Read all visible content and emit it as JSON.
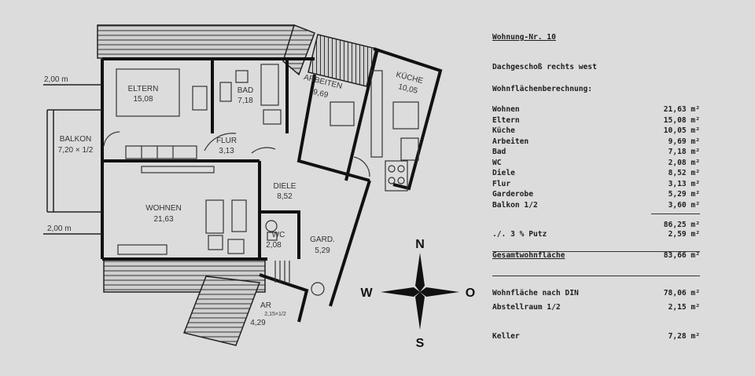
{
  "apartment": {
    "title": "Wohnung-Nr. 10",
    "floor": "Dachgeschoß rechts west",
    "calc_heading": "Wohnflächenberechnung:"
  },
  "rooms_table": [
    {
      "name": "Wohnen",
      "area": "21,63 m²"
    },
    {
      "name": "Eltern",
      "area": "15,08 m²"
    },
    {
      "name": "Küche",
      "area": "10,05 m²"
    },
    {
      "name": "Arbeiten",
      "area": "9,69 m²"
    },
    {
      "name": "Bad",
      "area": "7,18 m²"
    },
    {
      "name": "WC",
      "area": "2,08 m²"
    },
    {
      "name": "Diele",
      "area": "8,52 m²"
    },
    {
      "name": "Flur",
      "area": "3,13 m²"
    },
    {
      "name": "Garderobe",
      "area": "5,29 m²"
    },
    {
      "name": "Balkon 1/2",
      "area": "3,60 m²"
    }
  ],
  "totals": {
    "subtotal": "86,25 m²",
    "putz_label": "./. 3 % Putz",
    "putz_value": "2,59 m²",
    "gesamt_label": "Gesamtwohnfläche",
    "gesamt_value": "83,66 m²",
    "din_label": "Wohnfläche nach DIN",
    "din_value": "78,06 m²",
    "abstell_label": "Abstellraum 1/2",
    "abstell_value": "2,15 m²",
    "keller_label": "Keller",
    "keller_value": "7,28 m²"
  },
  "plan": {
    "eltern": {
      "name": "ELTERN",
      "area": "15,08"
    },
    "bad": {
      "name": "BAD",
      "area": "7,18"
    },
    "arbeiten": {
      "name": "ARBEITEN",
      "area": "9,69"
    },
    "kueche": {
      "name": "KÜCHE",
      "area": "10,05"
    },
    "flur": {
      "name": "FLUR",
      "area": "3,13"
    },
    "balkon": {
      "name": "BALKON",
      "area": "7,20 × 1/2"
    },
    "wohnen": {
      "name": "WOHNEN",
      "area": "21,63"
    },
    "diele": {
      "name": "DIELE",
      "area": "8,52"
    },
    "wc": {
      "name": "WC",
      "area": "2,08"
    },
    "gard": {
      "name": "GARD.",
      "area": "5,29"
    },
    "ar": {
      "name": "AR",
      "area": "4,29"
    },
    "ar_note": "2,15×1/2",
    "dim_top": "2,00 m",
    "dim_bottom": "2,00 m"
  },
  "compass": {
    "n": "N",
    "s": "S",
    "w": "W",
    "o": "O"
  }
}
